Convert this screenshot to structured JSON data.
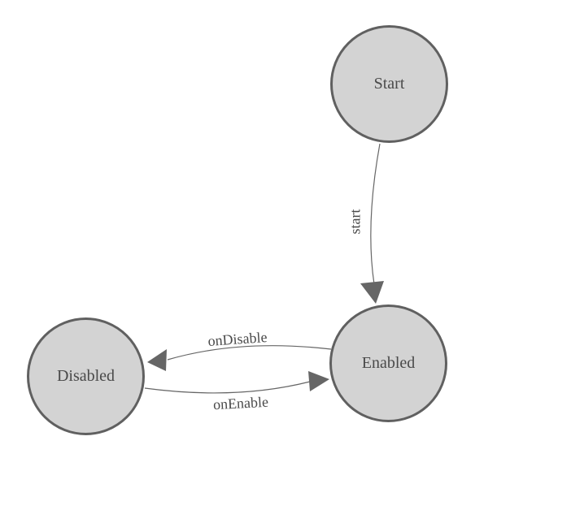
{
  "diagram": {
    "type": "state-machine",
    "states": [
      {
        "id": "start",
        "label": "Start"
      },
      {
        "id": "enabled",
        "label": "Enabled"
      },
      {
        "id": "disabled",
        "label": "Disabled"
      }
    ],
    "transitions": [
      {
        "id": "start",
        "label": "start",
        "from": "Start",
        "to": "Enabled"
      },
      {
        "id": "onDisable",
        "label": "onDisable",
        "from": "Enabled",
        "to": "Disabled"
      },
      {
        "id": "onEnable",
        "label": "onEnable",
        "from": "Disabled",
        "to": "Enabled"
      }
    ],
    "colors": {
      "background": "#ffffff",
      "node_fill": "#d3d3d3",
      "node_border": "#606060",
      "edge": "#666666",
      "text": "#4a4a4a"
    }
  }
}
